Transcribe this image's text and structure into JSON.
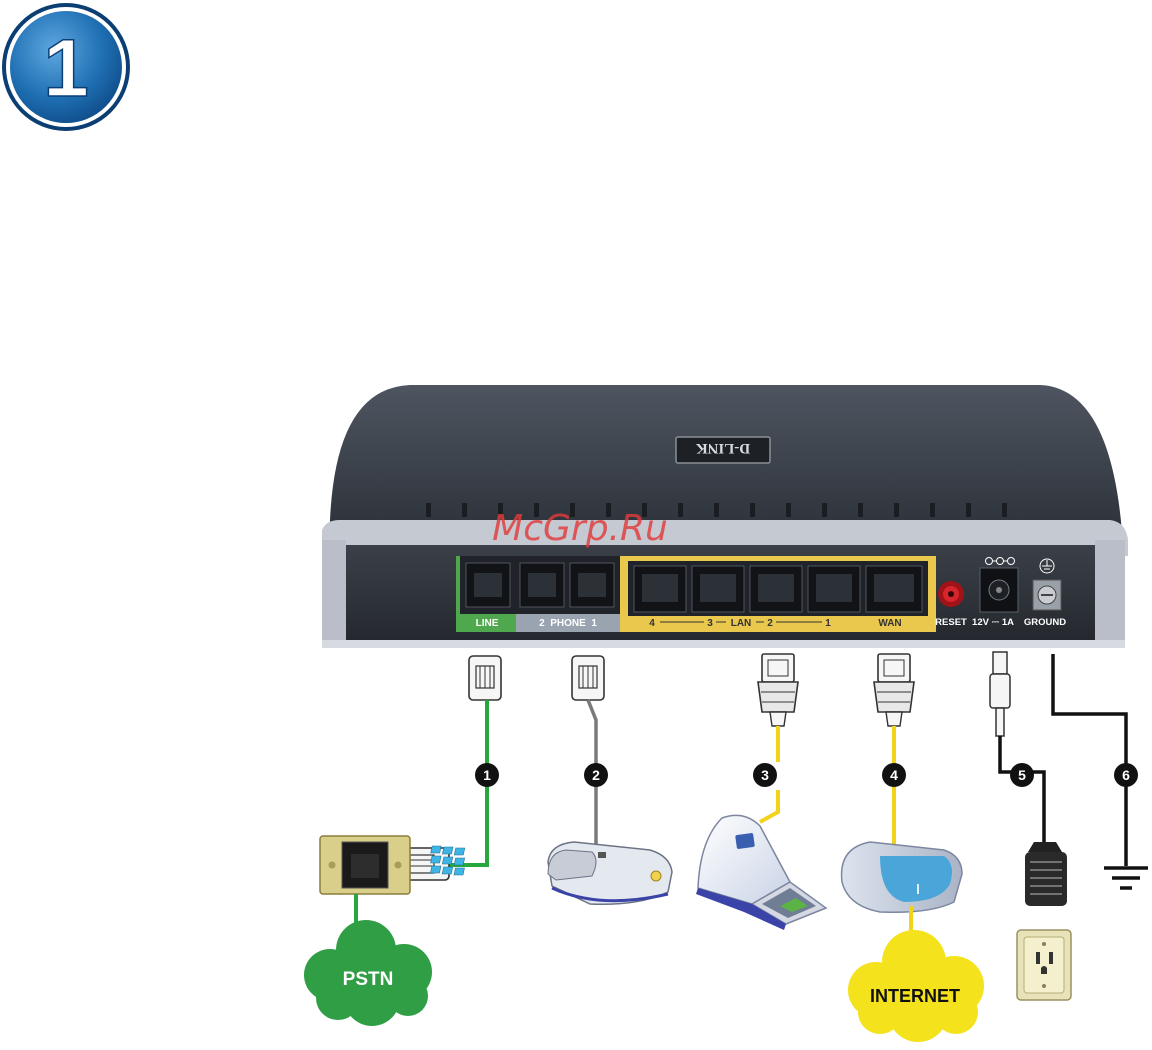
{
  "step": {
    "number": "1"
  },
  "watermark": "McGrp.Ru",
  "router": {
    "brand": "D-LINK",
    "labels": {
      "line": "LINE",
      "phone": "2  PHONE  1",
      "lan_4": "4",
      "lan_3": "3",
      "lan_mid": "LAN",
      "lan_2": "2",
      "lan_1": "1",
      "wan": "WAN",
      "reset": "RESET",
      "power": "12V",
      "power_rating": "1A",
      "ground": "GROUND"
    }
  },
  "connections": {
    "c1": {
      "number": "1",
      "color": "#27a83c"
    },
    "c2": {
      "number": "2",
      "color": "#7a7a7a"
    },
    "c3": {
      "number": "3",
      "color": "#f2d21b"
    },
    "c4": {
      "number": "4",
      "color": "#f2d21b"
    },
    "c5": {
      "number": "5",
      "color": "#111111"
    },
    "c6": {
      "number": "6",
      "color": "#111111"
    }
  },
  "clouds": {
    "pstn": {
      "label": "PSTN",
      "color": "#2f9e44"
    },
    "internet": {
      "label": "INTERNET",
      "color": "#f4e21c"
    }
  },
  "devices": [
    "wall-phone-jack-icon",
    "telephone-icon",
    "laptop-icon",
    "modem-icon",
    "power-adapter-icon",
    "wall-outlet-icon",
    "ground-symbol-icon"
  ]
}
